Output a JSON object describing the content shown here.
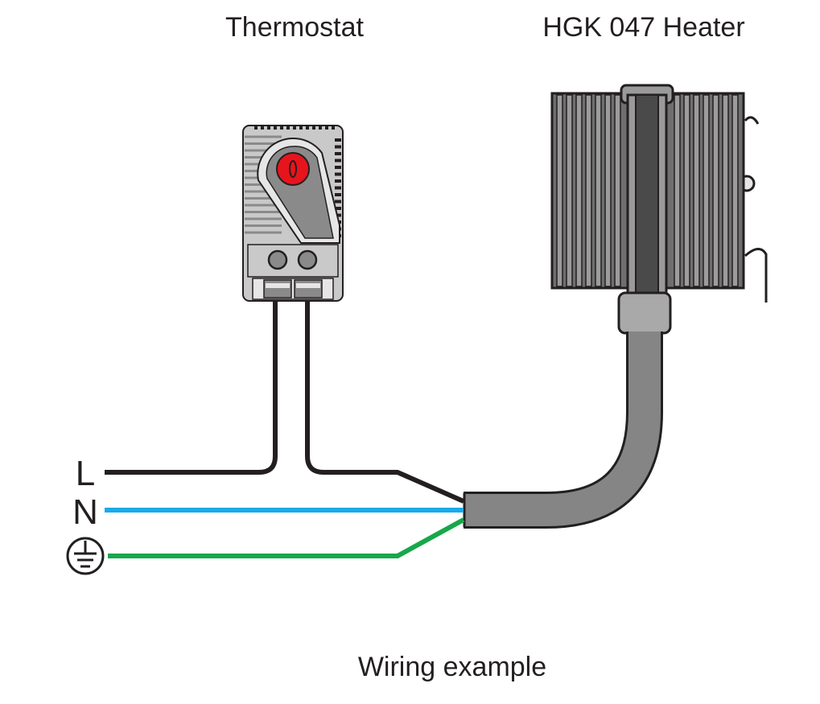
{
  "labels": {
    "thermostat_title": "Thermostat",
    "heater_title": "HGK 047 Heater",
    "caption": "Wiring example",
    "terminal_l": "L",
    "terminal_n": "N"
  },
  "icons": {
    "earth_terminal": "ground-icon"
  },
  "colors": {
    "line_wire": "#231f20",
    "neutral_wire": "#1aabe8",
    "earth_wire": "#15a84a",
    "cable": "#858585",
    "thermostat_dial": "#e8141c",
    "heater_body": "#6f6f6f"
  }
}
